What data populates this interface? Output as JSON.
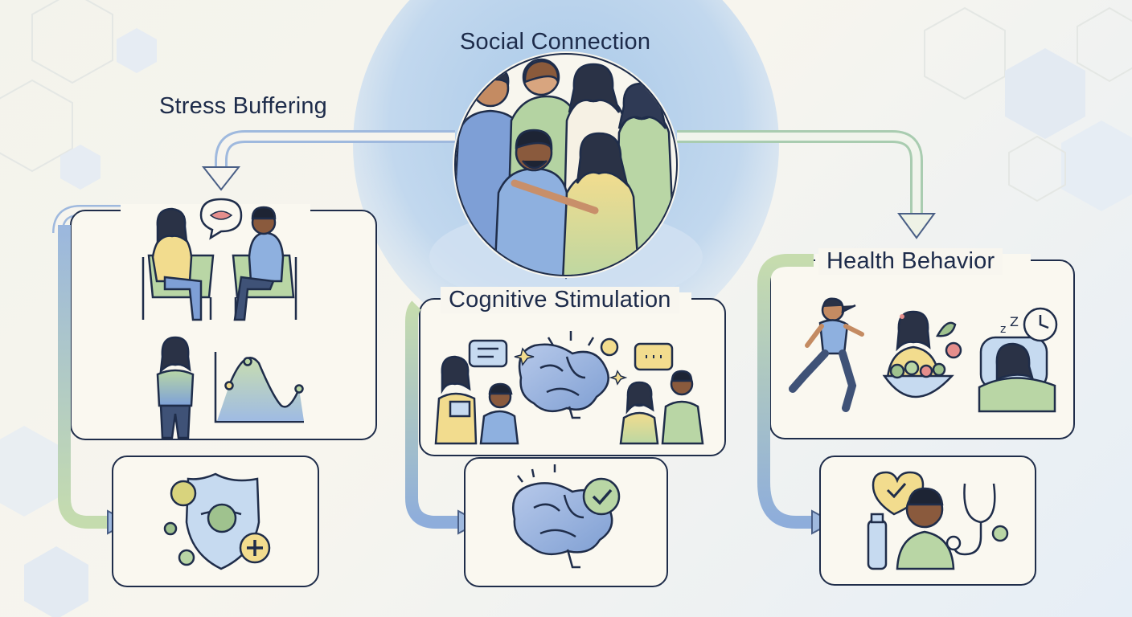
{
  "diagram": {
    "center": {
      "label": "Social Connection"
    },
    "pathways": [
      {
        "label": "Stress Buffering"
      },
      {
        "label": "Cognitive Stimulation"
      },
      {
        "label": "Health Behavior"
      }
    ]
  },
  "colors": {
    "ink": "#1f2d4a",
    "blue": "#8fb0dc",
    "green": "#b9d7a8",
    "yellow": "#f1dc8a",
    "box_fill": "#faf8f0"
  }
}
